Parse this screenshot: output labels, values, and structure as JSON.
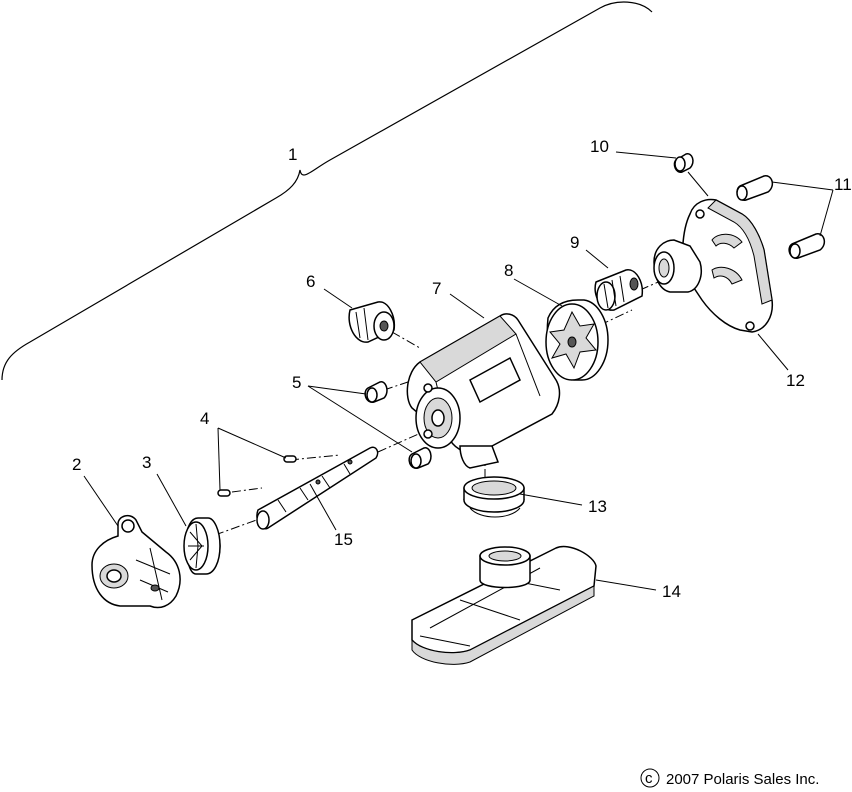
{
  "callouts": {
    "c1": "1",
    "c2": "2",
    "c3": "3",
    "c4": "4",
    "c5": "5",
    "c6": "6",
    "c7": "7",
    "c8": "8",
    "c9": "9",
    "c10": "10",
    "c11": "11",
    "c12": "12",
    "c13": "13",
    "c14": "14",
    "c15": "15"
  },
  "copyright": {
    "symbol": "c",
    "text": "2007 Polaris Sales Inc."
  }
}
